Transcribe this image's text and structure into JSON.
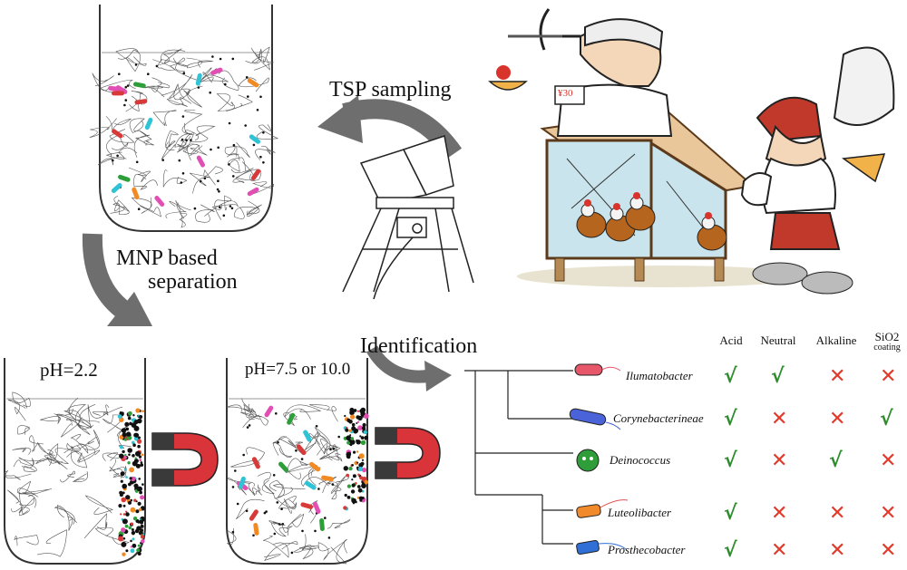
{
  "labels": {
    "tsp_sampling": "TSP sampling",
    "mnp_line1": "MNP based",
    "mnp_line2": "separation",
    "identification": "Identification",
    "ph_acid": "pH=2.2",
    "ph_other": "pH=7.5 or 10.0",
    "price_tag": "¥30"
  },
  "table": {
    "columns": [
      {
        "label": "Acid",
        "sub": ""
      },
      {
        "label": "Neutral",
        "sub": ""
      },
      {
        "label": "Alkaline",
        "sub": ""
      },
      {
        "label": "SiO2",
        "sub": "coating"
      }
    ],
    "rows": [
      {
        "name": "Ilumatobacter",
        "color": "#e8566a",
        "marks": [
          "check",
          "check",
          "cross",
          "cross"
        ]
      },
      {
        "name": "Corynebacterineae",
        "color": "#4b63d8",
        "marks": [
          "check",
          "cross",
          "cross",
          "check"
        ]
      },
      {
        "name": "Deinococcus",
        "color": "#2f9e3a",
        "marks": [
          "check",
          "cross",
          "check",
          "cross"
        ]
      },
      {
        "name": "Luteolibacter",
        "color": "#f08a2a",
        "marks": [
          "check",
          "cross",
          "cross",
          "cross"
        ]
      },
      {
        "name": "Prosthecobacter",
        "color": "#2f6fd6",
        "marks": [
          "check",
          "cross",
          "cross",
          "cross"
        ]
      }
    ],
    "symbols": {
      "check": "√",
      "cross": "✕"
    }
  },
  "colors": {
    "arrow": "#6e6e6e",
    "magnet_red": "#d8343a",
    "magnet_dark": "#3a3a3a",
    "accent_pink": "#e24fb4",
    "accent_cyan": "#2fc3d6",
    "accent_orange": "#f28a24",
    "accent_green": "#2e9e3a"
  }
}
